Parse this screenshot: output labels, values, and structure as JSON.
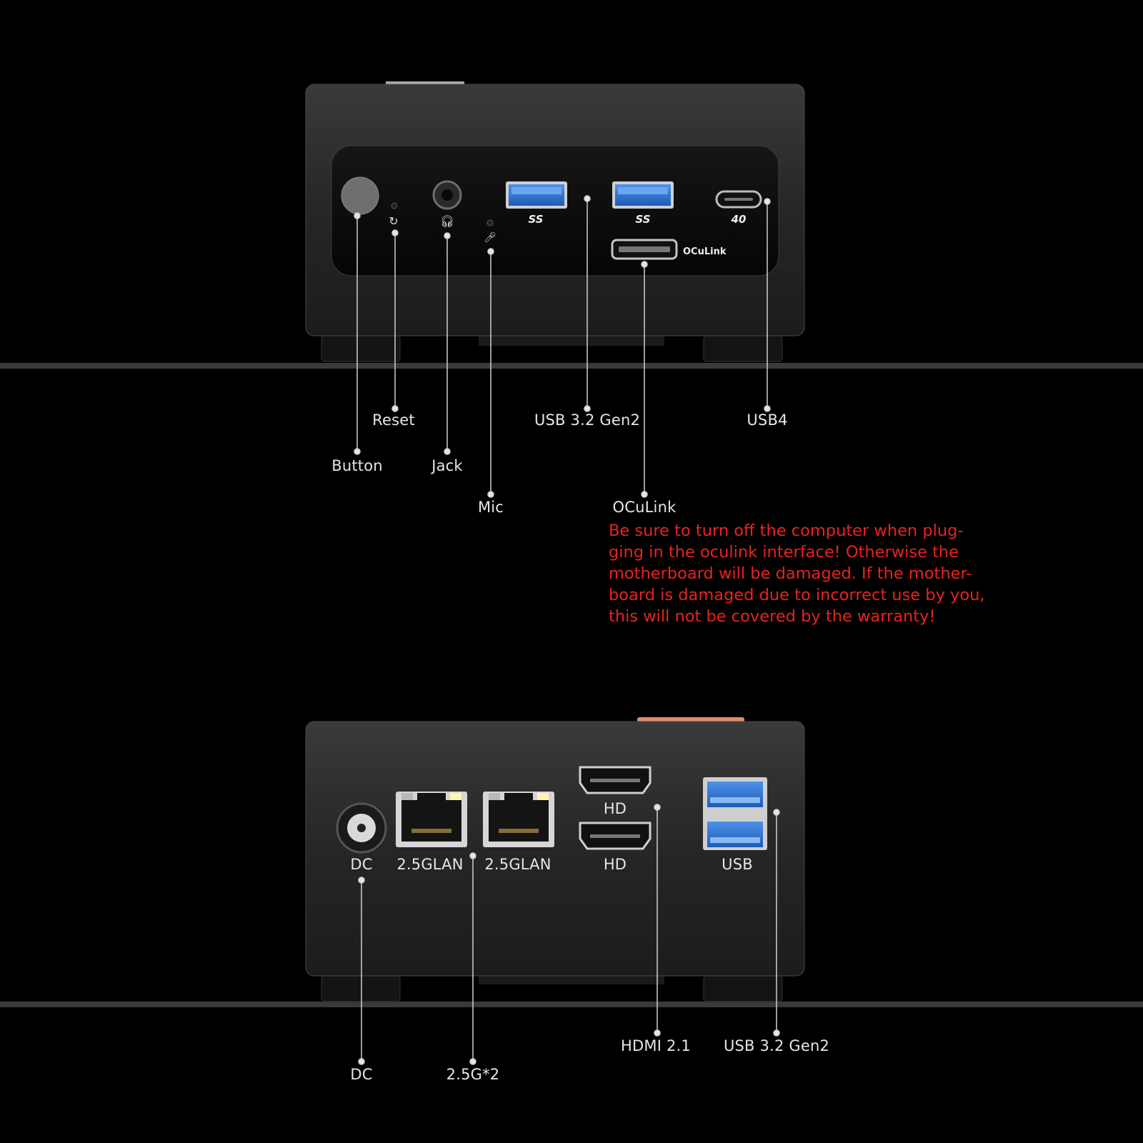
{
  "top_view": {
    "labels": {
      "button": "Button",
      "reset": "Reset",
      "jack": "Jack",
      "mic": "Mic",
      "usb32": "USB 3.2 Gen2",
      "oculink": "OCuLink",
      "usb4": "USB4"
    },
    "port_icons": {
      "ss_logo": "SS",
      "usb4_logo": "40",
      "oculink_logo": "OCuLink"
    },
    "warning": {
      "color": "#e8231f",
      "lines": [
        "Be sure to turn off the computer when plug-",
        "ging in the oculink interface! Otherwise the",
        "motherboard will be damaged. If the mother-",
        "board is damaged due to incorrect use by you,",
        "this will not be covered by the warranty!"
      ]
    }
  },
  "rear_view": {
    "port_labels": {
      "dc": "DC",
      "lan1": "2.5GLAN",
      "lan2": "2.5GLAN",
      "hd_top": "HD",
      "hd_bottom": "HD",
      "usb": "USB"
    },
    "callouts": {
      "dc": "DC",
      "lan": "2.5G*2",
      "hdmi": "HDMI 2.1",
      "usb": "USB 3.2 Gen2"
    }
  },
  "colors": {
    "usb_blue": "#2f7bd8",
    "accent_red": "#e8231f",
    "line_grey": "#c8c8c8"
  }
}
